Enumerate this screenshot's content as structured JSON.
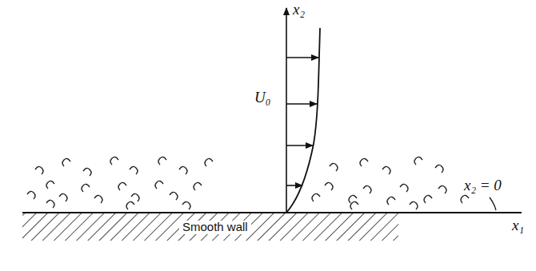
{
  "diagram": {
    "labels": [
      "x₂",
      "U₀",
      "Smooth wall",
      "x₂ = 0",
      "x₁"
    ]
  }
}
